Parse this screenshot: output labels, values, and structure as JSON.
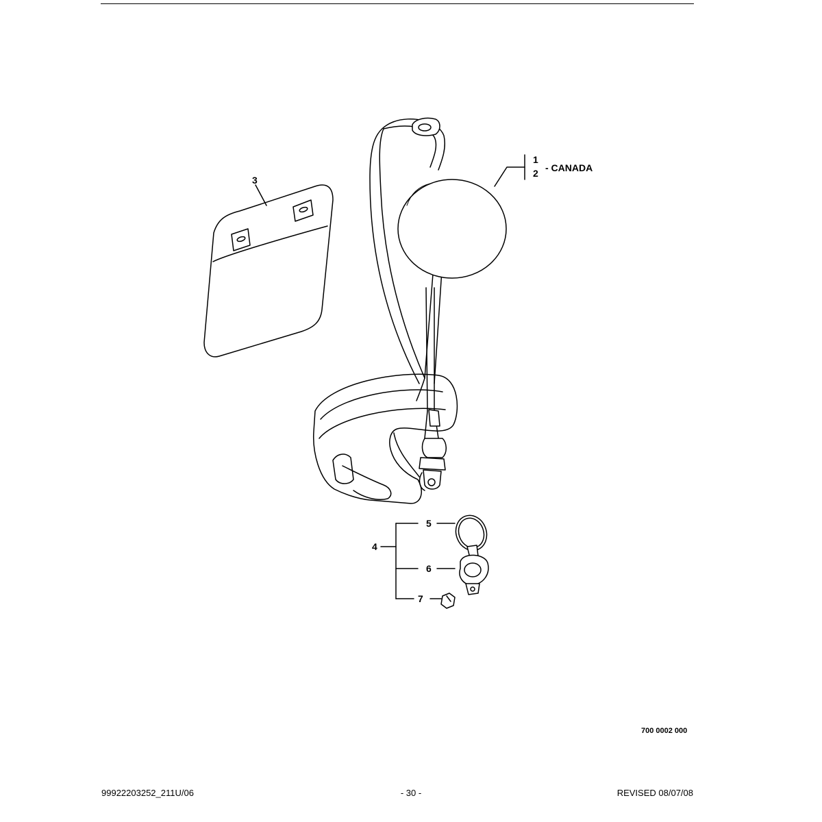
{
  "callouts": {
    "c1": "1",
    "c2": "2",
    "canada": "- CANADA",
    "c3": "3",
    "c4": "4",
    "c5": "5",
    "c6": "6",
    "c7": "7"
  },
  "drawing_number": "700 0002 000",
  "footer": {
    "doc_id": "99922203252_211U/06",
    "page": "- 30 -",
    "revised": "REVISED 08/07/08"
  }
}
